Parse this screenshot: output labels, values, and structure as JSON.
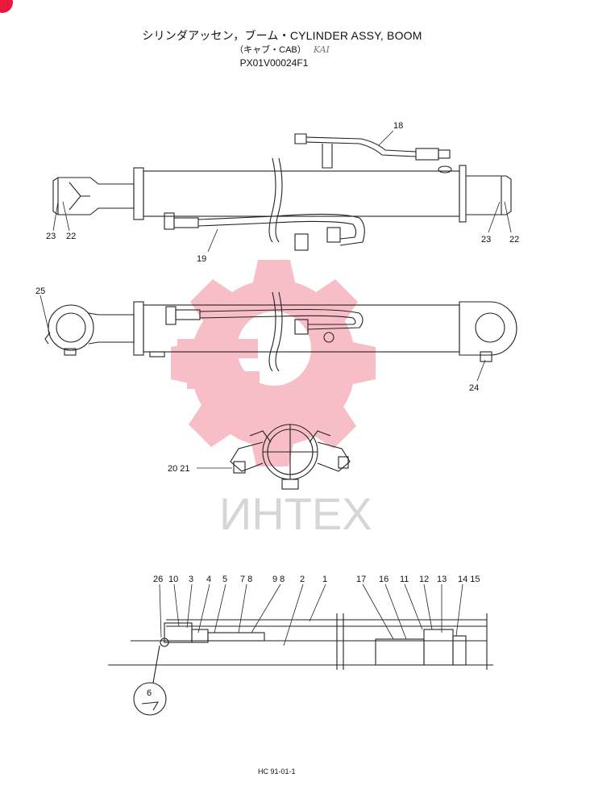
{
  "header": {
    "title_line1": "シリンダアッセン，ブーム・CYLINDER ASSY, BOOM",
    "title_line2": "（キャブ・CAB）",
    "handwritten_note": "KAI",
    "part_number": "PX01V00024F1"
  },
  "watermark": {
    "text": "ИНТЕХ"
  },
  "callouts": {
    "top_view": [
      "18",
      "19",
      "23",
      "22",
      "23",
      "22"
    ],
    "side_view": [
      "25",
      "24"
    ],
    "end_view": [
      "20 21"
    ],
    "section_view": [
      "26",
      "10",
      "3",
      "4",
      "5",
      "7 8",
      "9 8",
      "2",
      "1",
      "17",
      "16",
      "11",
      "12",
      "13",
      "14 15"
    ],
    "detail": "6"
  },
  "footer": {
    "code": "HC 91-01-1"
  },
  "colors": {
    "line": "#222222",
    "watermark_red": "#e8193a",
    "watermark_text": "#d6d6d6"
  }
}
